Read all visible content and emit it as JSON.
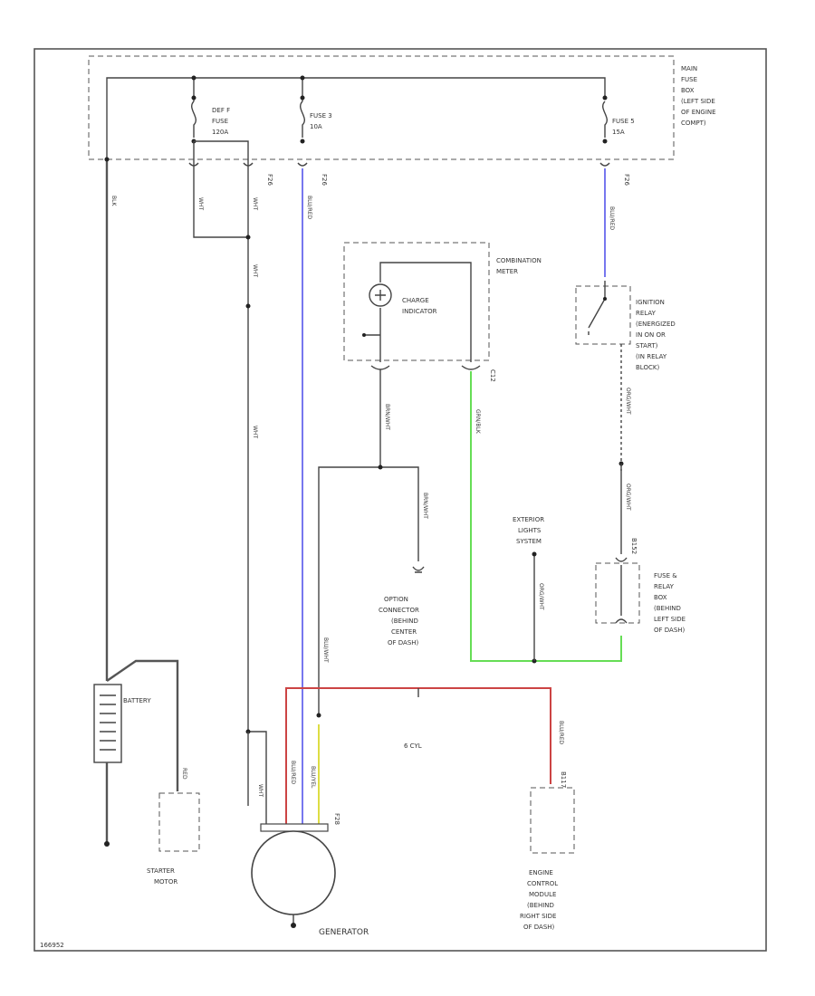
{
  "labels": {
    "main_fuse_box": [
      "MAIN",
      "FUSE",
      "BOX",
      "(LEFT SIDE",
      "OF ENGINE",
      "COMPT)"
    ],
    "fuse_det": [
      "DEF F",
      "FUSE",
      "120A"
    ],
    "fuse_3": [
      "FUSE 3",
      "10A"
    ],
    "fuse_5": [
      "FUSE 5",
      "15A"
    ],
    "combination_meter": [
      "COMBINATION",
      "METER"
    ],
    "charge_indicator": [
      "CHARGE",
      "INDICATOR"
    ],
    "ignition_relay": [
      "IGNITION",
      "RELAY",
      "(ENERGIZED",
      "IN ON OR",
      "START)",
      "(IN RELAY",
      "BLOCK)"
    ],
    "exterior_lights": [
      "EXTERIOR",
      "LIGHTS",
      "SYSTEM"
    ],
    "option_connector": [
      "OPTION",
      "CONNECTOR",
      "(BEHIND",
      "CENTER",
      "OF DASH)"
    ],
    "fuse_relay_box": [
      "FUSE &",
      "RELAY",
      "BOX",
      "(BEHIND",
      "LEFT SIDE",
      "OF DASH)"
    ],
    "battery": "BATTERY",
    "starter_motor": [
      "STARTER",
      "MOTOR"
    ],
    "generator": "GENERATOR",
    "engine_control_module": [
      "ENGINE",
      "CONTROL",
      "MODULE",
      "(BEHIND",
      "RIGHT SIDE",
      "OF DASH)"
    ],
    "cyl": "6 CYL",
    "footer_id": "166952"
  },
  "connectors": {
    "f26a": "F26",
    "f26b": "F26",
    "f26c": "F26",
    "c12": "C12",
    "b152": "B152",
    "b117": "B117",
    "f28": "F28"
  },
  "wires": {
    "wht_1": "WHT",
    "wht_2": "WHT",
    "wht_3": "WHT",
    "wht_4": "WHT",
    "wht_gen": "WHT",
    "blu_1": "BLU/RED",
    "blu_gen": "BLU/RED",
    "blu_2": "BLU/RED",
    "brn_1": "BRN/WHT",
    "brn_2": "BRN/WHT",
    "grn": "GRN/BLK",
    "org_1": "ORG/WHT",
    "org_2": "ORG/WHT",
    "org_3": "ORG/WHT",
    "yel_gen": "BLU/YEL",
    "blk_bat": "BLK",
    "red_bat": "RED",
    "blk_gen": "BLU/WHT",
    "red_ecm": "BLU/RED"
  },
  "colors": {
    "blue_wire": "#7777ee",
    "green_wire": "#66dd55",
    "red_wire": "#cc4444",
    "yellow_wire": "#dddd44"
  }
}
